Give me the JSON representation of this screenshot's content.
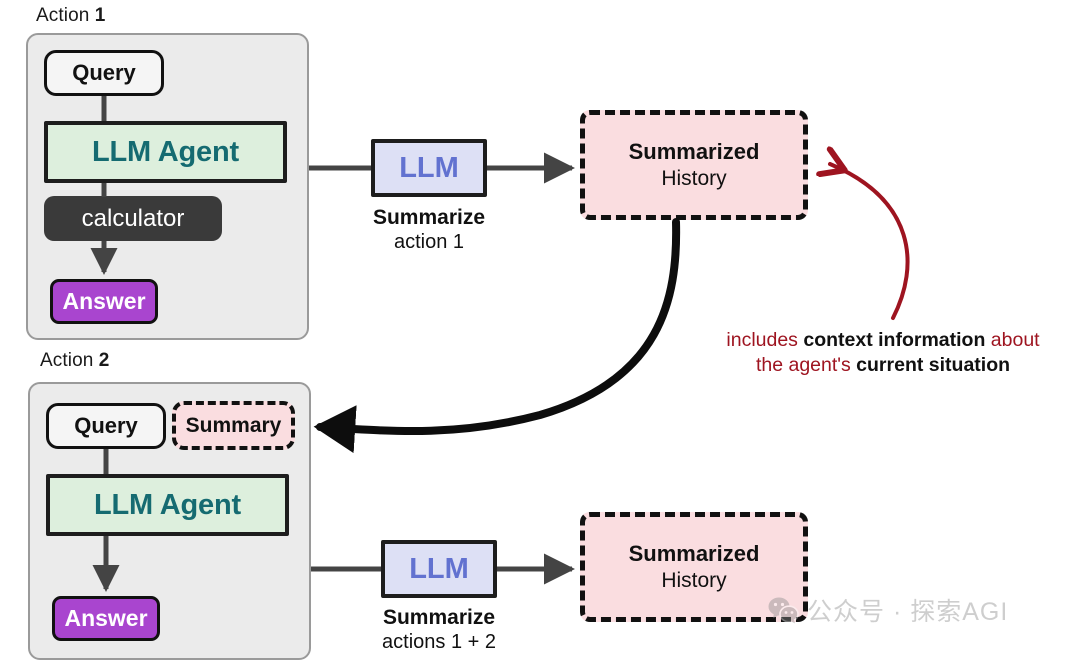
{
  "diagram": {
    "title_prefix": "Action",
    "colors": {
      "panel_bg": "#ebebeb",
      "agent_bg": "#ddefdd",
      "agent_text": "#156b71",
      "llm_bg": "#dde0f5",
      "llm_text": "#6272d0",
      "history_bg": "#fadde0",
      "answer_bg": "#a945cf",
      "tool_bg": "#3a3a3a",
      "annotation_red": "#9e1420",
      "arrow_gray": "#444444",
      "arrow_black": "#0d0d0d"
    }
  },
  "action1": {
    "caption_prefix": "Action ",
    "caption_number": "1",
    "query_label": "Query",
    "agent_label": "LLM Agent",
    "tool_label": "calculator",
    "answer_label": "Answer",
    "llm_label": "LLM",
    "llm_caption_strong": "Summarize",
    "llm_caption_sub": "action 1",
    "history_line1": "Summarized",
    "history_line2": "History"
  },
  "action2": {
    "caption_prefix": "Action ",
    "caption_number": "2",
    "query_label": "Query",
    "summary_label": "Summary",
    "agent_label": "LLM Agent",
    "answer_label": "Answer",
    "llm_label": "LLM",
    "llm_caption_strong": "Summarize",
    "llm_caption_sub": "actions 1 + 2",
    "history_line1": "Summarized",
    "history_line2": "History"
  },
  "annotation": {
    "line1_part1": "includes ",
    "line1_bold": "context information",
    "line1_part2": " about",
    "line2_part1": "the agent's ",
    "line2_bold": "current situation"
  },
  "watermark": {
    "text": "公众号 · 探索AGI"
  }
}
